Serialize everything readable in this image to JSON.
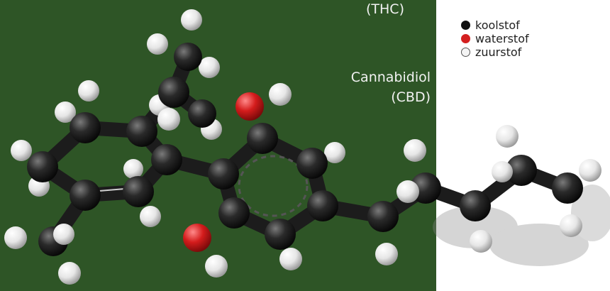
{
  "labels": {
    "thc": "(THC)",
    "cbd_name": "Cannabidiol",
    "cbd_abbr": "(CBD)"
  },
  "legend": {
    "items": [
      {
        "label": "koolstof",
        "color": "#111111",
        "border": "#111111"
      },
      {
        "label": "waterstof",
        "color": "#d42020",
        "border": "#d42020"
      },
      {
        "label": "zuurstof",
        "color": "#f4f4f4",
        "border": "#555555"
      }
    ]
  },
  "colors": {
    "background_left": "#2e5526",
    "background_right": "#ffffff",
    "carbon": "#1a1a1a",
    "hydrogen": "#f2f2f2",
    "oxygen": "#d42020",
    "bond": "#2a2a2a"
  }
}
